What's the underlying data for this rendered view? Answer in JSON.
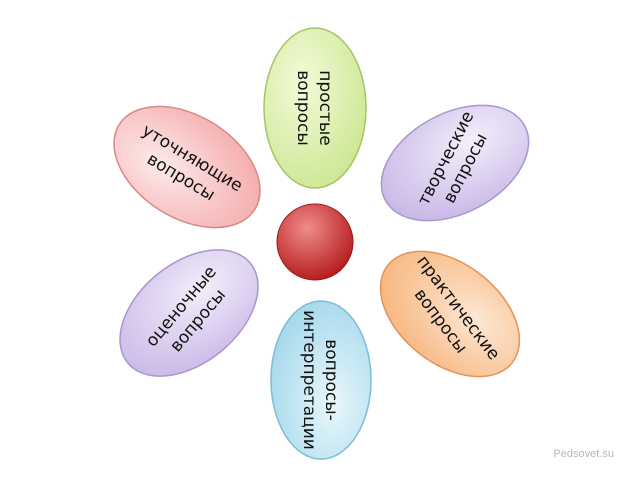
{
  "diagram": {
    "center": {
      "gradient": [
        "#f08b8b",
        "#b51c1c"
      ]
    },
    "petals": [
      {
        "id": "simple",
        "lines": [
          "простые",
          "вопросы"
        ],
        "gradient": [
          "#f4fbd9",
          "#c9e68f"
        ],
        "stroke": "#a8c36a"
      },
      {
        "id": "creative",
        "lines": [
          "творческие",
          "вопросы"
        ],
        "gradient": [
          "#f3effa",
          "#c6b3e6"
        ],
        "stroke": "#a896cf"
      },
      {
        "id": "practical",
        "lines": [
          "практические",
          "вопросы"
        ],
        "gradient": [
          "#fde7d3",
          "#f7b37a"
        ],
        "stroke": "#e0955a"
      },
      {
        "id": "interpretation",
        "lines": [
          "вопросы-",
          "интерпретации"
        ],
        "gradient": [
          "#e9f7fb",
          "#9fd6ea"
        ],
        "stroke": "#7dbdd6"
      },
      {
        "id": "evaluative",
        "lines": [
          "оценочные",
          "вопросы"
        ],
        "gradient": [
          "#f3eefa",
          "#c9b6e7"
        ],
        "stroke": "#a896cf"
      },
      {
        "id": "clarifying",
        "lines": [
          "уточняющие",
          "вопросы"
        ],
        "gradient": [
          "#fdeaea",
          "#f4a9a9"
        ],
        "stroke": "#d98888"
      }
    ]
  },
  "watermark": "Pedsovet.su"
}
